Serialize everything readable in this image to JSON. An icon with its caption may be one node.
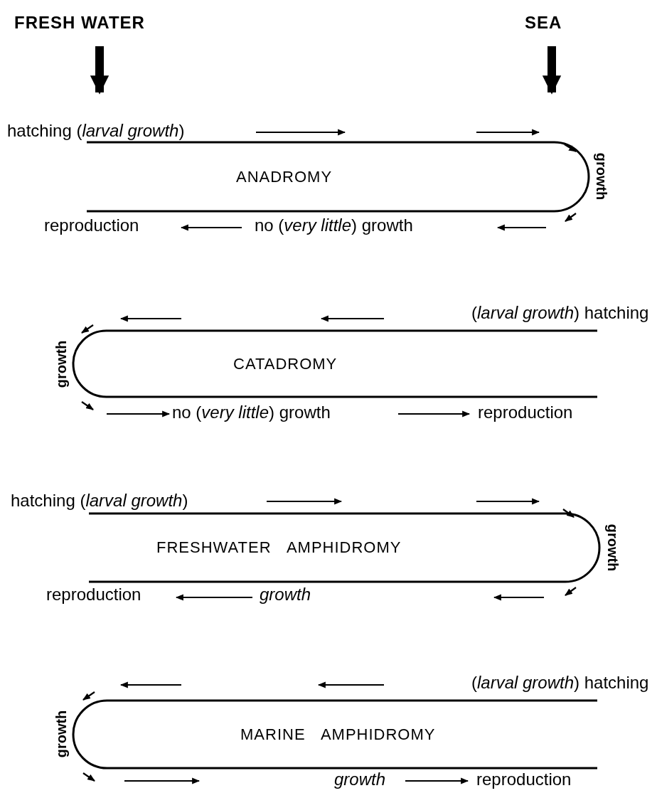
{
  "diagram": {
    "nodes": [
      {
        "text": [
          "ANADROMY"
        ],
        "beside": [
          "hatching (*larval growth*)",
          "growth",
          "reproduction",
          "no (*very little*) growth"
        ]
      },
      {
        "text": [
          "CATADROMY"
        ],
        "beside": [
          "(*larval growth*) hatching",
          "growth",
          "no (*very little*) growth",
          "reproduction"
        ]
      },
      {
        "text": [
          "FRESHWATER AMPHIDROMY"
        ],
        "beside": [
          "hatching (*larval growth*)",
          "growth",
          "reproduction",
          "growth"
        ]
      },
      {
        "text": [
          "MARINE AMPHIDROMY"
        ],
        "beside": [
          "(*larval growth*) hatching",
          "growth",
          "growth",
          "reproduction"
        ]
      }
    ],
    "labels": [
      "FRESH WATER",
      "SEA"
    ]
  }
}
